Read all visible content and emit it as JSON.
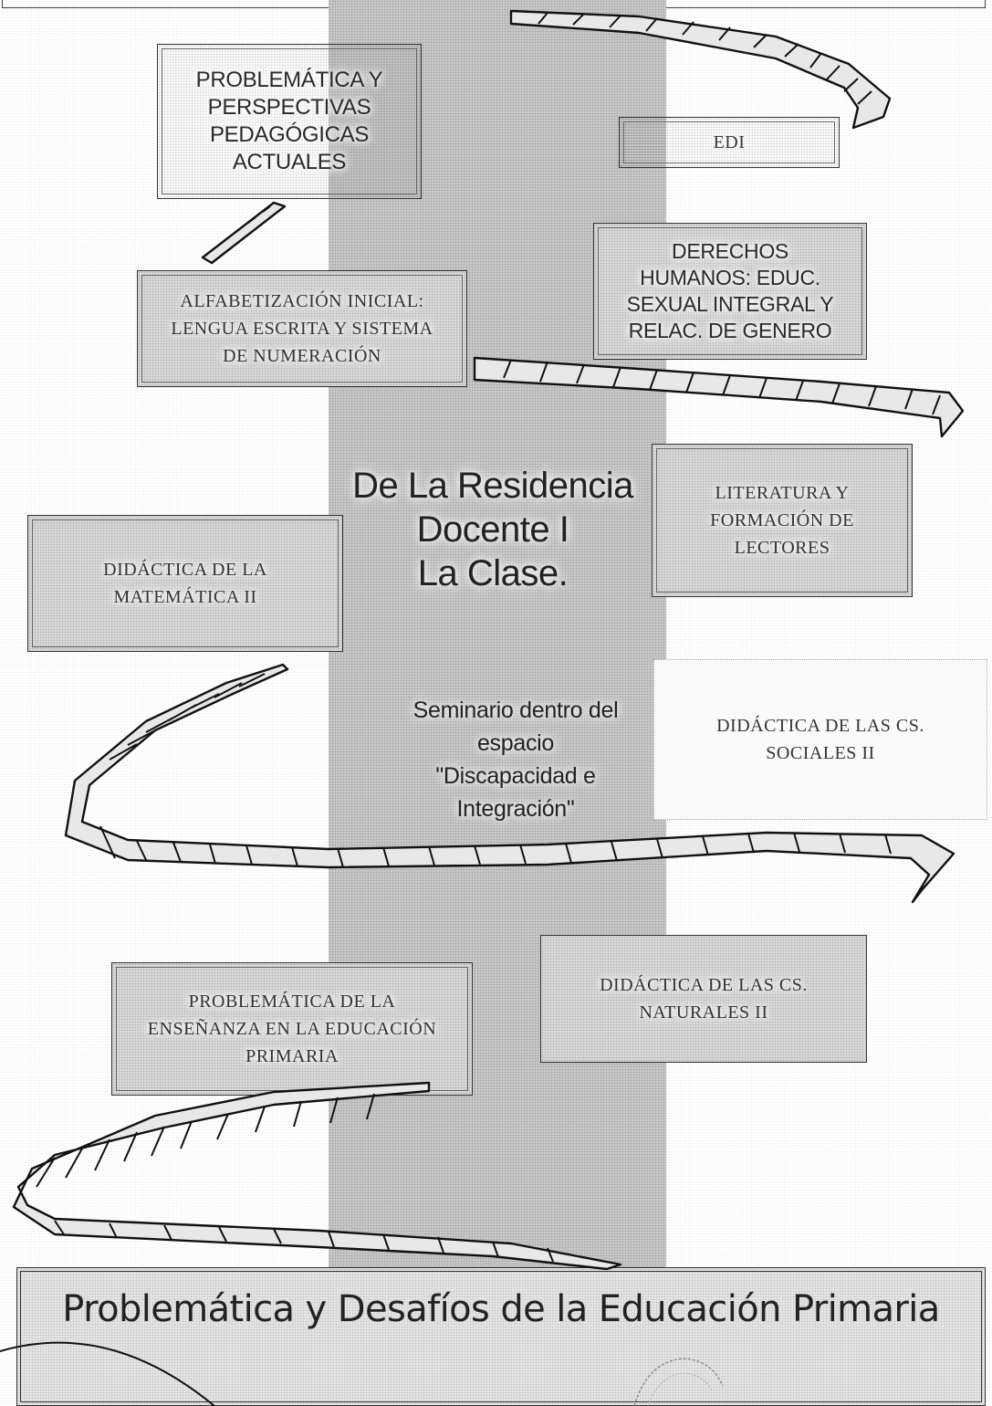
{
  "center": {
    "title_lines": [
      "De La Residencia",
      "Docente I",
      "La Clase."
    ],
    "seminar_lines": [
      "Seminario dentro del",
      "espacio",
      "\"Discapacidad e",
      "Integración\""
    ]
  },
  "boxes": {
    "problematica_perspectivas": [
      "PROBLEMÁTICA Y",
      "PERSPECTIVAS",
      "PEDAGÓGICAS",
      "ACTUALES"
    ],
    "edi": [
      "EDI"
    ],
    "alfabetizacion": [
      "ALFABETIZACIÓN INICIAL:",
      "LENGUA ESCRITA Y SISTEMA",
      "DE NUMERACIÓN"
    ],
    "derechos_humanos": [
      "DERECHOS",
      "HUMANOS: EDUC.",
      "SEXUAL INTEGRAL  Y",
      "RELAC. DE GENERO"
    ],
    "literatura": [
      "LITERATURA Y",
      "FORMACIÓN DE",
      "LECTORES"
    ],
    "didactica_matematica": [
      "DIDÁCTICA DE LA",
      "MATEMÁTICA II"
    ],
    "didactica_sociales": [
      "DIDÁCTICA DE LAS CS.",
      "SOCIALES II"
    ],
    "problematica_ensenanza": [
      "PROBLEMÁTICA DE LA",
      "ENSEÑANZA EN LA EDUCACIÓN",
      "PRIMARIA"
    ],
    "didactica_naturales": [
      "DIDÁCTICA DE LAS CS.",
      "NATURALES II"
    ]
  },
  "footer": {
    "title": "Problemática y Desafíos de la Educación Primaria"
  }
}
